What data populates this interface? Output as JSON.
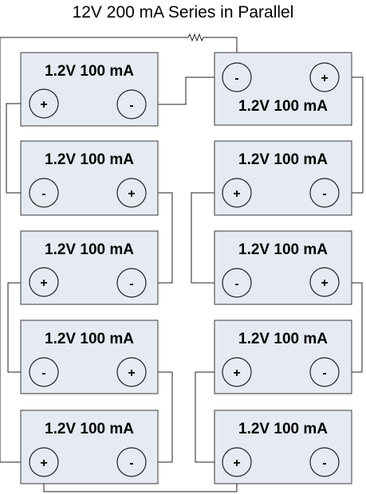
{
  "title": "12V 200 mA Series in Parallel",
  "cell_label": "1.2V 100 mA",
  "plus_symbol": "+",
  "minus_symbol": "-",
  "left_string": [
    {
      "label": "1.2V 100 mA",
      "left_terminal": "+",
      "right_terminal": "-"
    },
    {
      "label": "1.2V 100 mA",
      "left_terminal": "-",
      "right_terminal": "+"
    },
    {
      "label": "1.2V 100 mA",
      "left_terminal": "+",
      "right_terminal": "-"
    },
    {
      "label": "1.2V 100 mA",
      "left_terminal": "-",
      "right_terminal": "+"
    },
    {
      "label": "1.2V 100 mA",
      "left_terminal": "+",
      "right_terminal": "-"
    }
  ],
  "right_string": [
    {
      "label": "1.2V 100 mA",
      "left_terminal": "-",
      "right_terminal": "+"
    },
    {
      "label": "1.2V 100 mA",
      "left_terminal": "+",
      "right_terminal": "-"
    },
    {
      "label": "1.2V 100 mA",
      "left_terminal": "-",
      "right_terminal": "+"
    },
    {
      "label": "1.2V 100 mA",
      "left_terminal": "+",
      "right_terminal": "-"
    },
    {
      "label": "1.2V 100 mA",
      "left_terminal": "+",
      "right_terminal": "-"
    }
  ],
  "resistor": "load-resistor-icon"
}
